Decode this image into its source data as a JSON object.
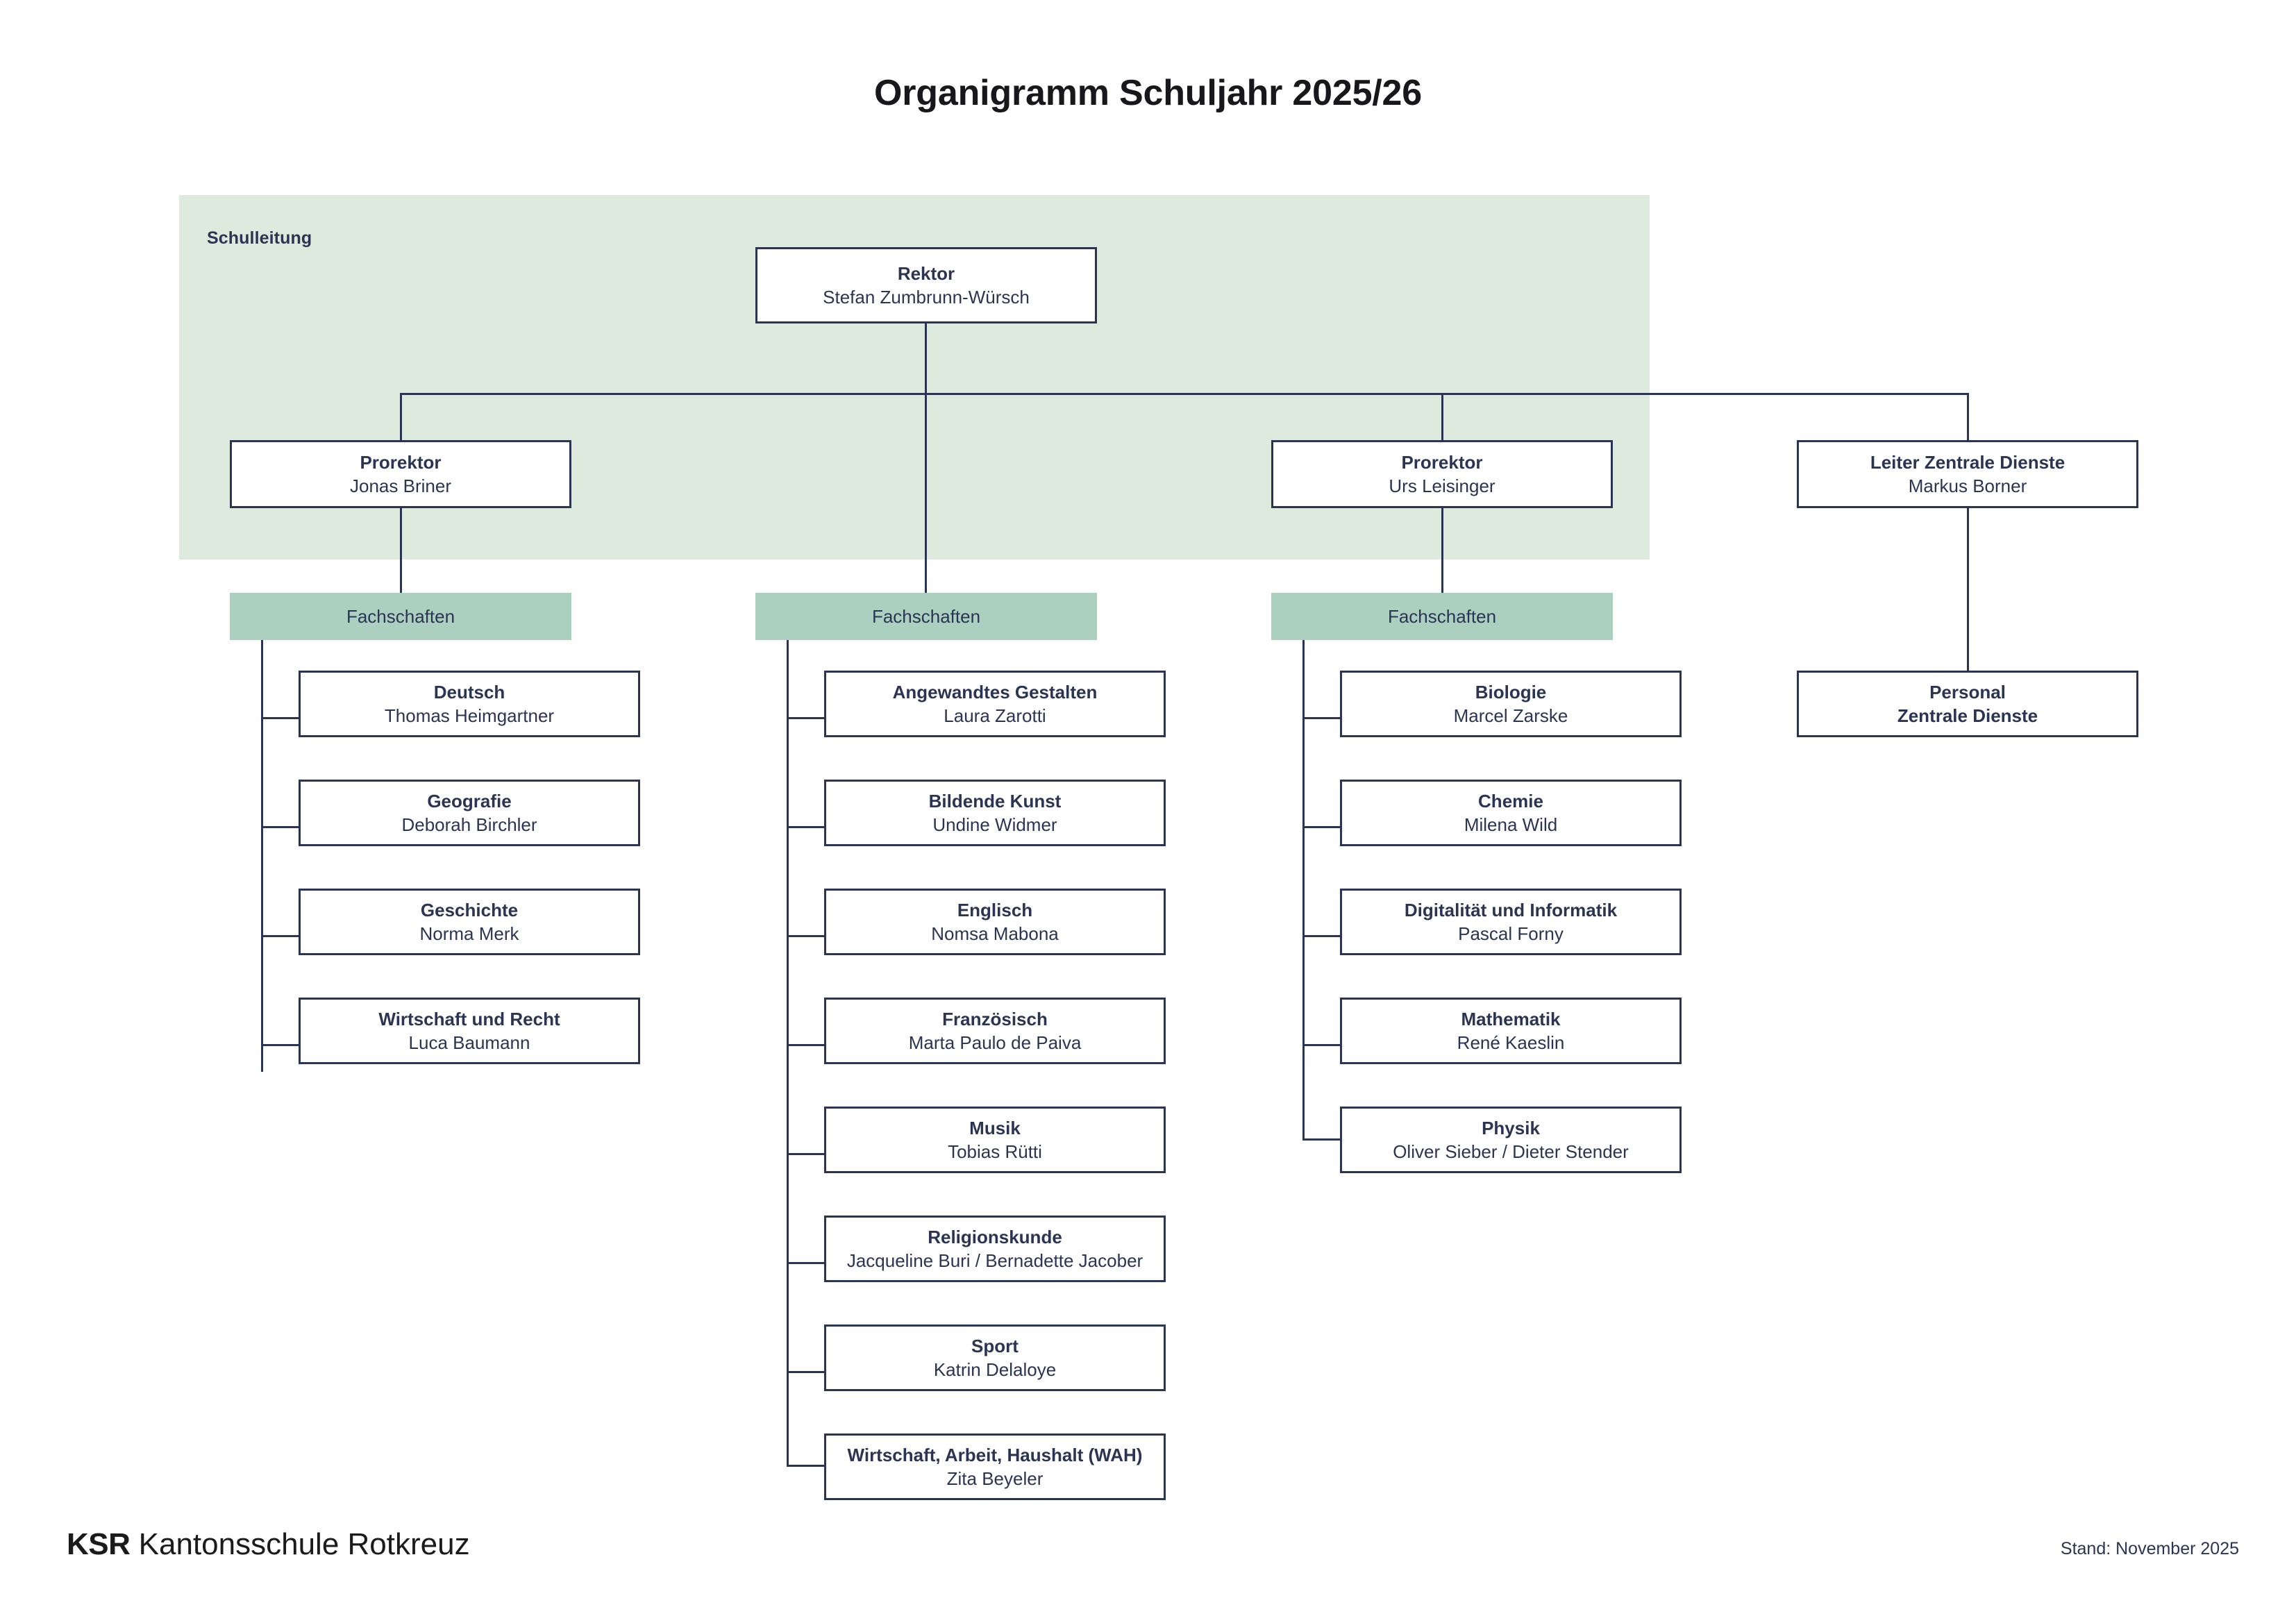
{
  "title": "Organigramm Schuljahr 2025/26",
  "colors": {
    "navy": "#2b3553",
    "panel_green": "#dfeade",
    "header_green": "#abd0bf",
    "black": "#17171c"
  },
  "leadership": {
    "label": "Schulleitung",
    "rektor": {
      "role": "Rektor",
      "person": "Stefan Zumbrunn-Würsch"
    },
    "deputies": [
      {
        "role": "Prorektor",
        "person": "Jonas Briner"
      },
      {
        "role": "Prorektor",
        "person": "Urs Leisinger"
      },
      {
        "role": "Leiter Zentrale Dienste",
        "person": "Markus Borner"
      }
    ]
  },
  "group_header_label": "Fachschaften",
  "columns": [
    {
      "header": "Fachschaften",
      "items": [
        {
          "subject": "Deutsch",
          "person": "Thomas Heimgartner"
        },
        {
          "subject": "Geografie",
          "person": "Deborah Birchler"
        },
        {
          "subject": "Geschichte",
          "person": "Norma Merk"
        },
        {
          "subject": "Wirtschaft und Recht",
          "person": "Luca Baumann"
        }
      ]
    },
    {
      "header": "Fachschaften",
      "items": [
        {
          "subject": "Angewandtes Gestalten",
          "person": "Laura Zarotti"
        },
        {
          "subject": "Bildende Kunst",
          "person": "Undine Widmer"
        },
        {
          "subject": "Englisch",
          "person": "Nomsa Mabona"
        },
        {
          "subject": "Französisch",
          "person": "Marta Paulo de Paiva"
        },
        {
          "subject": "Musik",
          "person": "Tobias Rütti"
        },
        {
          "subject": "Religionskunde",
          "person": "Jacqueline Buri / Bernadette Jacober"
        },
        {
          "subject": "Sport",
          "person": "Katrin Delaloye"
        },
        {
          "subject": "Wirtschaft, Arbeit, Haushalt (WAH)",
          "person": "Zita Beyeler"
        }
      ]
    },
    {
      "header": "Fachschaften",
      "items": [
        {
          "subject": "Biologie",
          "person": "Marcel Zarske"
        },
        {
          "subject": "Chemie",
          "person": "Milena Wild"
        },
        {
          "subject": "Digitalität und Informatik",
          "person": "Pascal Forny"
        },
        {
          "subject": "Mathematik",
          "person": "René Kaeslin"
        },
        {
          "subject": "Physik",
          "person": "Oliver Sieber / Dieter Stender"
        }
      ]
    }
  ],
  "central_services": {
    "line1": "Personal",
    "line2": "Zentrale Dienste"
  },
  "footer": {
    "brand_short": "KSR",
    "brand_name": "Kantonsschule Rotkreuz",
    "stand": "Stand: November 2025"
  }
}
